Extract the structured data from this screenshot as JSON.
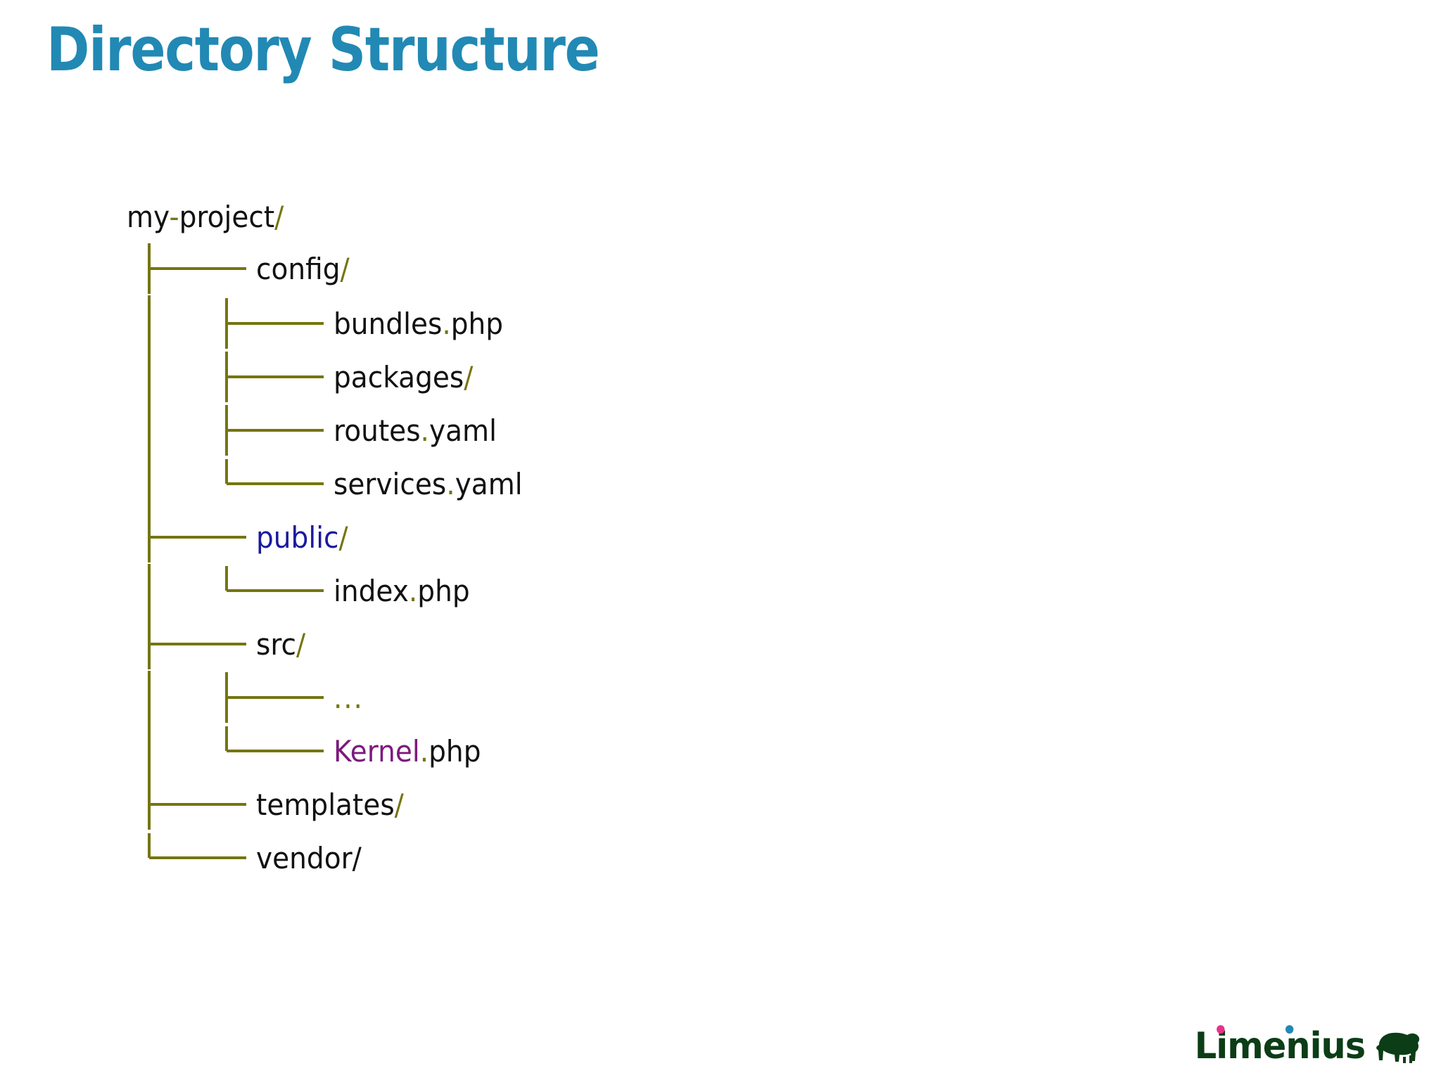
{
  "slide": {
    "title": "Directory Structure",
    "title_color": "#2189b4",
    "background_color": "#ffffff"
  },
  "colors": {
    "tree_line": "#757511",
    "punctuation": "#757511",
    "text": "#111111",
    "dir_highlight_blue": "#1a1a9e",
    "class_purple": "#7d1a7d",
    "logo_green": "#0b3d16",
    "logo_dot_pink": "#e8328c",
    "logo_dot_blue": "#2189b4"
  },
  "tree": {
    "root": "my-project",
    "root_slash": "/",
    "root_hyphen_colored": true,
    "rows": [
      {
        "name": "my-project",
        "suffix": "/",
        "name_parts": [
          {
            "t": "my",
            "c": "text"
          },
          {
            "t": "-",
            "c": "punct"
          },
          {
            "t": "project",
            "c": "text"
          }
        ],
        "suffix_color": "punct",
        "depth": 0,
        "connector": "none"
      },
      {
        "name": "config",
        "suffix": "/",
        "name_parts": [
          {
            "t": "config",
            "c": "text"
          }
        ],
        "suffix_color": "punct",
        "depth": 1,
        "connector": "tee"
      },
      {
        "name": "bundles.php",
        "suffix": "",
        "name_parts": [
          {
            "t": "bundles",
            "c": "text"
          },
          {
            "t": ".",
            "c": "punct"
          },
          {
            "t": "php",
            "c": "text"
          }
        ],
        "suffix_color": "text",
        "depth": 2,
        "connector": "tee"
      },
      {
        "name": "packages",
        "suffix": "/",
        "name_parts": [
          {
            "t": "packages",
            "c": "text"
          }
        ],
        "suffix_color": "punct",
        "depth": 2,
        "connector": "tee"
      },
      {
        "name": "routes.yaml",
        "suffix": "",
        "name_parts": [
          {
            "t": "routes",
            "c": "text"
          },
          {
            "t": ".",
            "c": "punct"
          },
          {
            "t": "yaml",
            "c": "text"
          }
        ],
        "suffix_color": "text",
        "depth": 2,
        "connector": "tee"
      },
      {
        "name": "services.yaml",
        "suffix": "",
        "name_parts": [
          {
            "t": "services",
            "c": "text"
          },
          {
            "t": ".",
            "c": "punct"
          },
          {
            "t": "yaml",
            "c": "text"
          }
        ],
        "suffix_color": "text",
        "depth": 2,
        "connector": "elbow"
      },
      {
        "name": "public",
        "suffix": "/",
        "name_parts": [
          {
            "t": "public",
            "c": "blue"
          }
        ],
        "suffix_color": "punct",
        "depth": 1,
        "connector": "tee"
      },
      {
        "name": "index.php",
        "suffix": "",
        "name_parts": [
          {
            "t": "index",
            "c": "text"
          },
          {
            "t": ".",
            "c": "punct"
          },
          {
            "t": "php",
            "c": "text"
          }
        ],
        "suffix_color": "text",
        "depth": 2,
        "connector": "elbow"
      },
      {
        "name": "src",
        "suffix": "/",
        "name_parts": [
          {
            "t": "src",
            "c": "text"
          }
        ],
        "suffix_color": "punct",
        "depth": 1,
        "connector": "tee"
      },
      {
        "name": "...",
        "suffix": "",
        "name_parts": [
          {
            "t": "...",
            "c": "ellipsis"
          }
        ],
        "suffix_color": "text",
        "depth": 2,
        "connector": "tee"
      },
      {
        "name": "Kernel.php",
        "suffix": "",
        "name_parts": [
          {
            "t": "Kernel",
            "c": "purple"
          },
          {
            "t": ".",
            "c": "punct"
          },
          {
            "t": "php",
            "c": "text"
          }
        ],
        "suffix_color": "text",
        "depth": 2,
        "connector": "elbow"
      },
      {
        "name": "templates",
        "suffix": "/",
        "name_parts": [
          {
            "t": "templates",
            "c": "text"
          }
        ],
        "suffix_color": "punct",
        "depth": 1,
        "connector": "tee"
      },
      {
        "name": "vendor",
        "suffix": "/",
        "name_parts": [
          {
            "t": "vendor",
            "c": "text"
          }
        ],
        "suffix_color": "text",
        "depth": 1,
        "connector": "elbow"
      }
    ]
  },
  "logo": {
    "wordmark": "Limenius",
    "icon": "bison-icon",
    "dot_pink_over": "i",
    "dot_blue_over": "i"
  }
}
